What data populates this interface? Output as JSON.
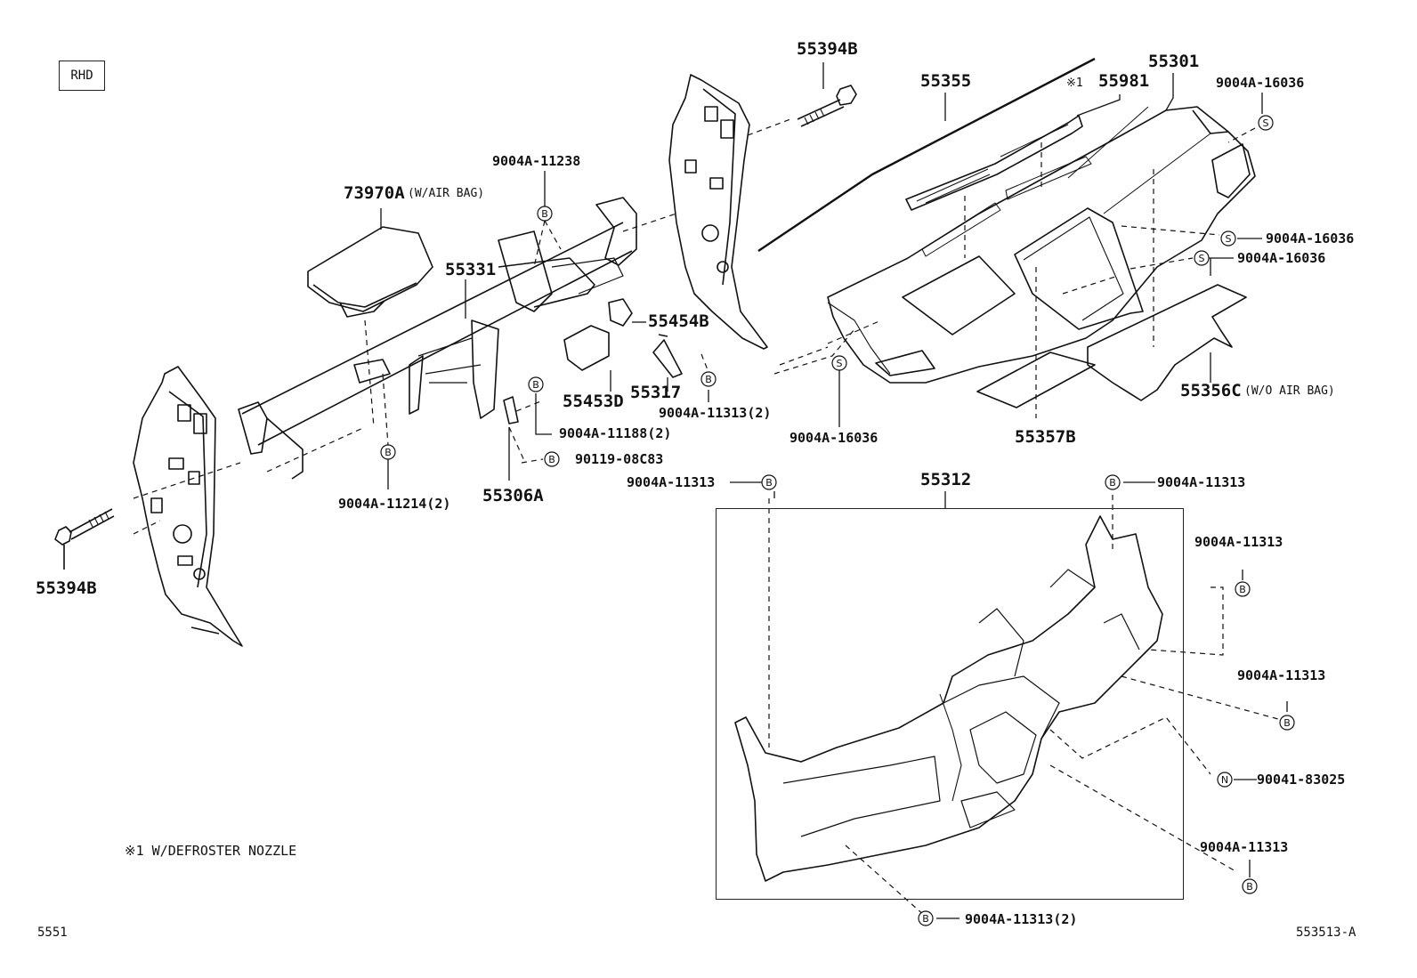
{
  "badge": "RHD",
  "footnote": "※1 W/DEFROSTER NOZZLE",
  "page_code": "5551",
  "diagram_id": "553513-A",
  "markers": {
    "b": "B",
    "s": "S",
    "n": "N"
  },
  "parts": {
    "p55394B_top": "55394B",
    "p55355": "55355",
    "p55981_mark": "※1",
    "p55981": "55981",
    "p55301": "55301",
    "p9004A_16036_a": "9004A-16036",
    "p9004A_11238": "9004A-11238",
    "p73970A": "73970A",
    "p73970A_note": "(W/AIR BAG)",
    "p55331": "55331",
    "p55454B": "55454B",
    "p9004A_16036_b": "9004A-16036",
    "p9004A_16036_c": "9004A-16036",
    "p55453D": "55453D",
    "p55317": "55317",
    "p9004A_11313_2a": "9004A-11313(2)",
    "p9004A_11188": "9004A-11188(2)",
    "p9004A_16036_d": "9004A-16036",
    "p55357B": "55357B",
    "p55356C": "55356C",
    "p55356C_note": "(W/O AIR BAG)",
    "p90119": "90119-08C83",
    "p55306A": "55306A",
    "p9004A_11214": "9004A-11214(2)",
    "p55394B_bottom": "55394B",
    "p9004A_11313_a": "9004A-11313",
    "p55312": "55312",
    "p9004A_11313_b": "9004A-11313",
    "p9004A_11313_c": "9004A-11313",
    "p9004A_11313_d": "9004A-11313",
    "p90041": "90041-83025",
    "p9004A_11313_e": "9004A-11313",
    "p9004A_11313_2b": "9004A-11313(2)"
  }
}
